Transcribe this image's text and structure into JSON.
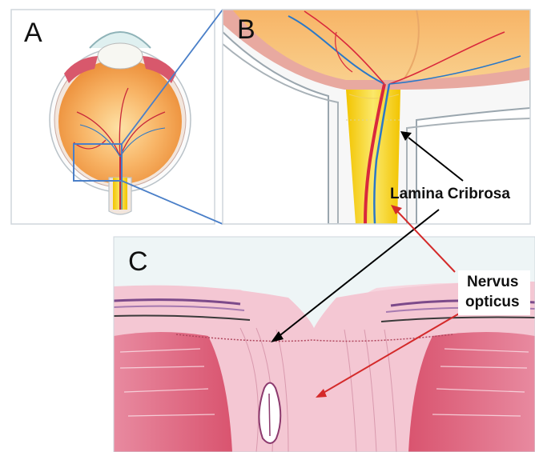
{
  "panels": {
    "a": {
      "letter": "A"
    },
    "b": {
      "letter": "B"
    },
    "c": {
      "letter": "C"
    }
  },
  "callouts": {
    "lamina_cribrosa": {
      "label": "Lamina Cribrosa",
      "arrow_color": "#000000"
    },
    "nervus_opticus": {
      "line1": "Nervus",
      "line2": "opticus",
      "arrow_color": "#d42a2a"
    }
  },
  "colors": {
    "zoom_box": "#4a7fc8",
    "sclera_orange": "#f0a04a",
    "nerve_yellow": "#f5d515",
    "vessel_red": "#d9283c",
    "vessel_blue": "#2a78c8",
    "tissue_pink": "#f2b9c8",
    "muscle_red": "#e06a86"
  }
}
